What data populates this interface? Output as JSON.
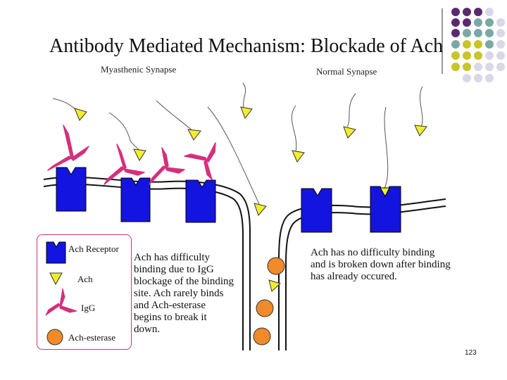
{
  "title": "Antibody Mediated Mechanism: Blockade of Ach",
  "labels": {
    "myasthenic": "Myasthenic Synapse",
    "normal": "Normal Synapse"
  },
  "descriptions": {
    "myasthenic": "Ach has difficulty\nbinding due to IgG\nblockage of the binding\nsite. Ach rarely binds\nand Ach-esterase\nbegins to break it\ndown.",
    "normal": "Ach has no difficulty binding\nand is broken down after binding\nhas already occured."
  },
  "legend": {
    "receptor": "Ach Receptor",
    "ach": "Ach",
    "igg": "IgG",
    "esterase": "Ach-esterase"
  },
  "page_number": "123",
  "colors": {
    "receptor": "#1414e0",
    "ach": "#f2ef2a",
    "igg": "#d4307c",
    "esterase": "#f08a2a",
    "dot_purple": "#5a2a6e",
    "dot_teal": "#7aa8a8",
    "dot_olive": "#c8c42a",
    "dot_lavender": "#d8d8e6"
  }
}
